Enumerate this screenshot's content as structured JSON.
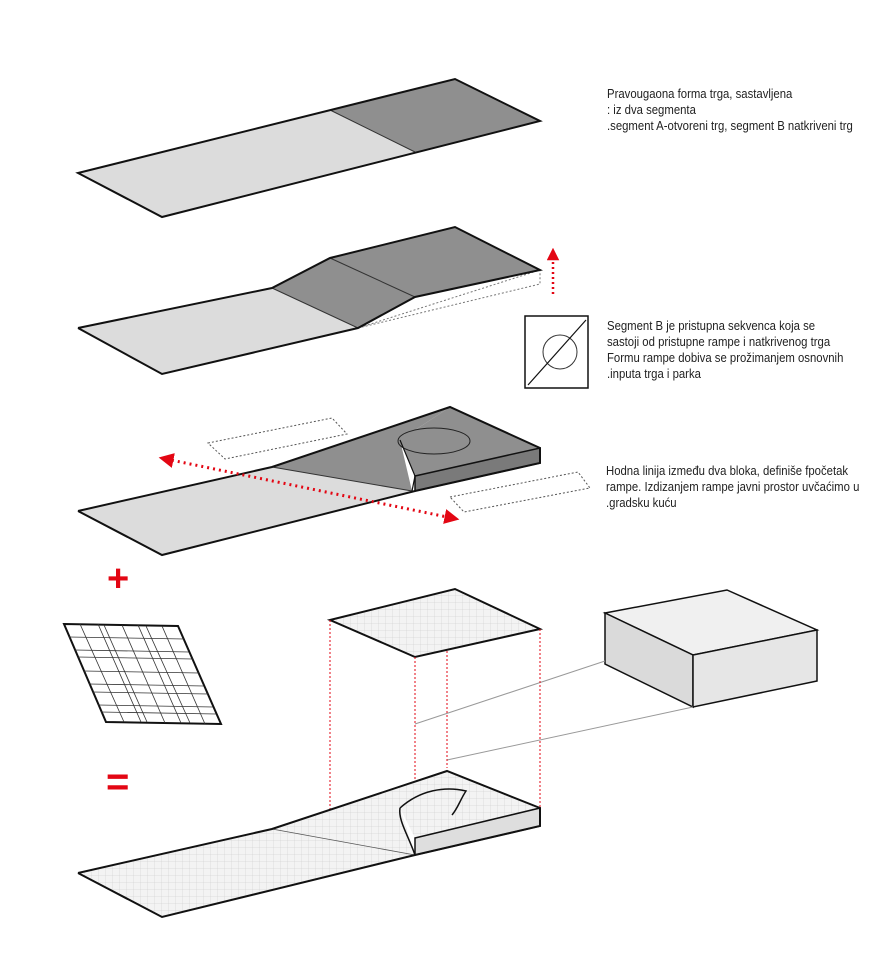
{
  "captions": {
    "step1": {
      "line1": "Pravougaona forma trga, sastavljena",
      "line2": ": iz dva segmenta",
      "line3": ".segment A-otvoreni trg, segment B natkriveni trg"
    },
    "step2": {
      "line1": "Segment B je pristupna sekvenca koja se",
      "line2": "sastoji od pristupne rampe i natkrivenog trga",
      "line3": "Formu rampe  dobiva se prožimanjem osnovnih",
      "line4": ".inputa trga i parka"
    },
    "step3": {
      "line1": "Hodna linija između dva bloka, definiše fpočetak",
      "line2": "rampe. Izdizanjem rampe javni prostor uvčaćimo u",
      "line3": ".gradsku kuću"
    }
  },
  "operators": {
    "plus": "+",
    "equals": "="
  },
  "colors": {
    "accent_red": "#e30613",
    "segment_a_fill": "#dcdcdc",
    "segment_b_fill": "#8f8f8f",
    "outline": "#111111",
    "grid_fill": "#f2f2f2",
    "box_fill": "#e6e6e6"
  }
}
